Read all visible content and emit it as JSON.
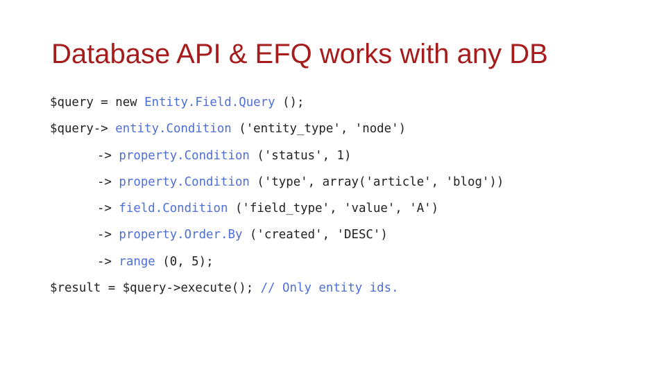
{
  "slide": {
    "title": "Database API & EFQ works with any DB",
    "code": {
      "line1": {
        "pre": "$query = new ",
        "fn": "Entity.Field.Query",
        "post": " ();"
      },
      "line2": {
        "pre": "$query-> ",
        "fn": "entity.Condition",
        "post": " ('entity_type', 'node')"
      },
      "line3": {
        "pre": "-> ",
        "fn": "property.Condition",
        "post": " ('status', 1)"
      },
      "line4": {
        "pre": "-> ",
        "fn": "property.Condition",
        "post": " ('type', array('article', 'blog'))"
      },
      "line5": {
        "pre": "-> ",
        "fn": "field.Condition",
        "post": " ('field_type', 'value', 'A')"
      },
      "line6": {
        "pre": "-> ",
        "fn": "property.Order.By",
        "post": " ('created', 'DESC')"
      },
      "line7": {
        "pre": "-> ",
        "fn": "range",
        "post": " (0, 5);"
      },
      "line8": {
        "pre": "$result = $query->execute(); ",
        "comment": "// Only entity ids."
      }
    }
  }
}
